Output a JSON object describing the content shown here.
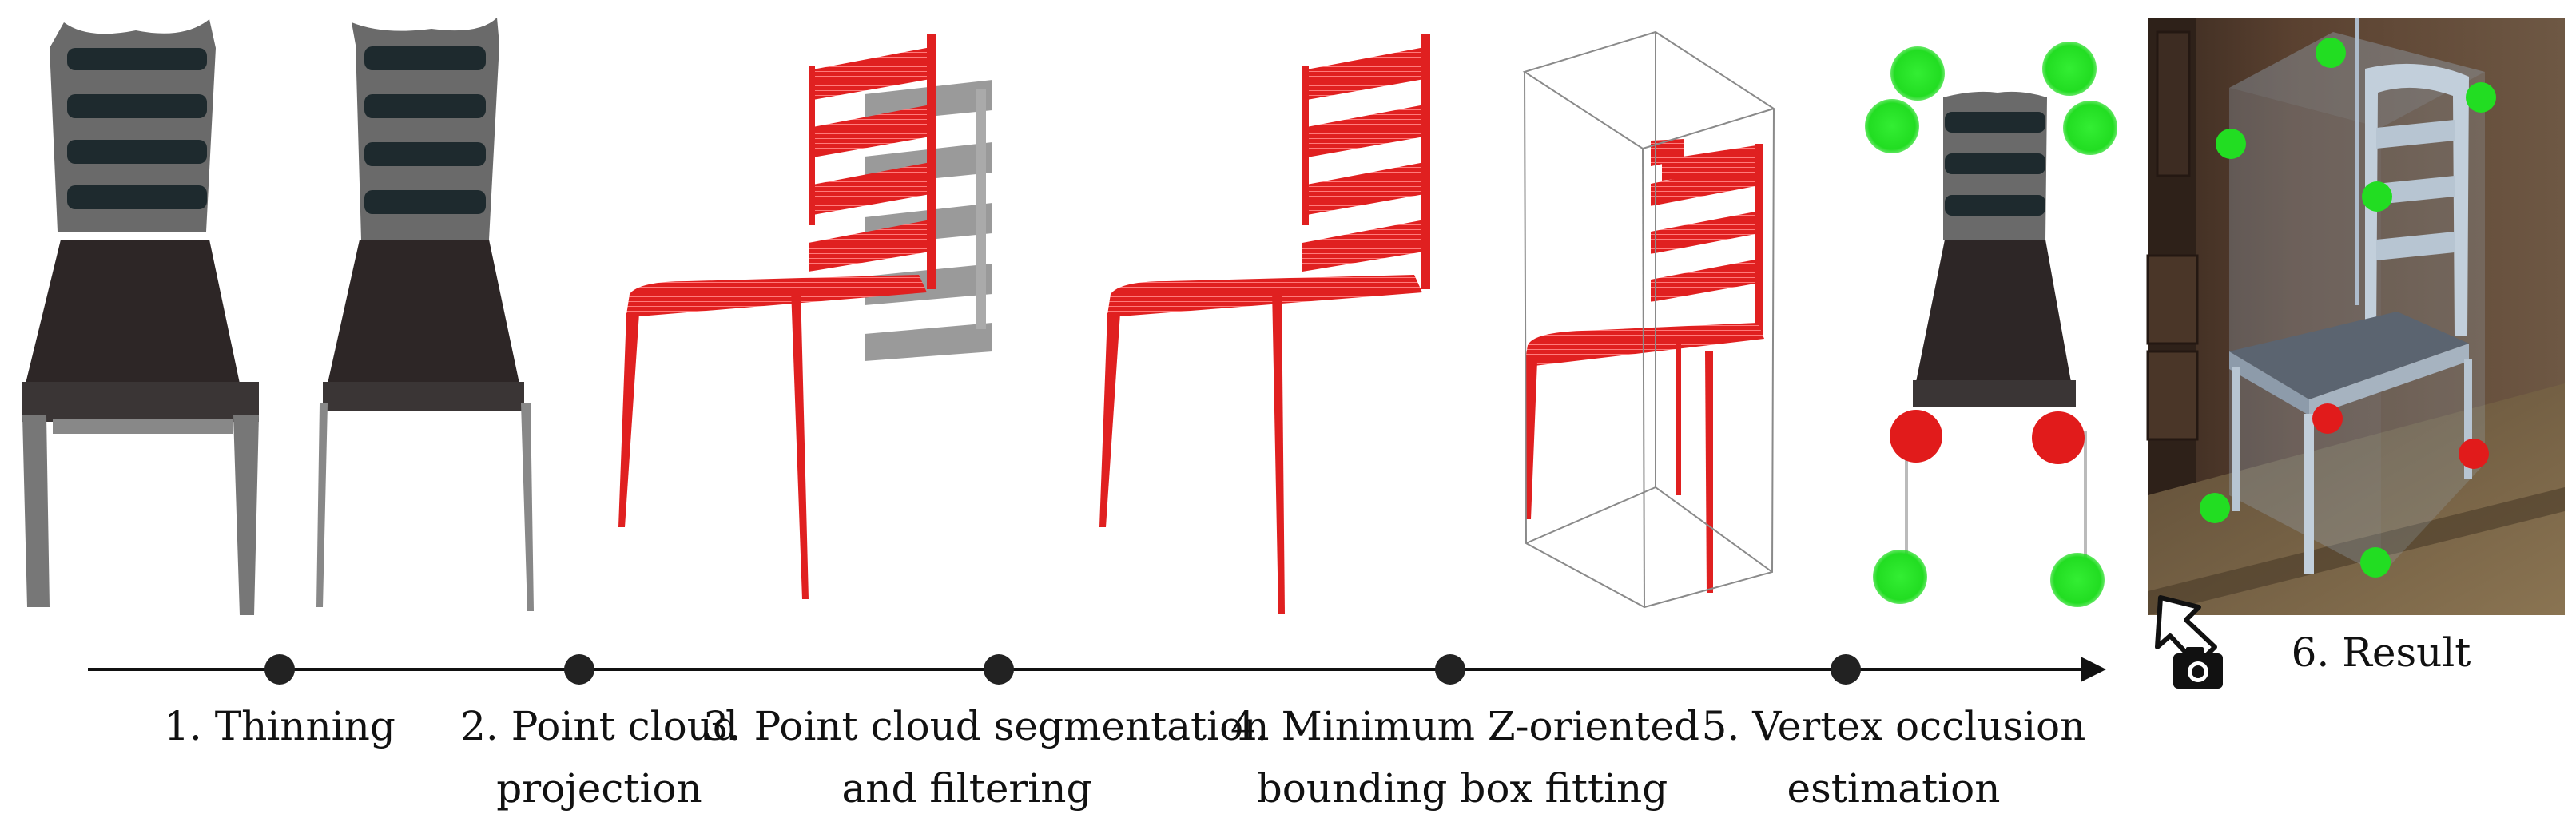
{
  "colors": {
    "point_red": "#e02020",
    "point_gray": "#9a9a9a",
    "vertex_green": "#22dd22",
    "vertex_red": "#e11b1b",
    "chair_dark": "#2d2626",
    "chair_frame": "#6a6a6a",
    "slat_dark": "#1e2a2e",
    "slat_light": "#7a7a7a",
    "timeline": "#111111",
    "box_line": "#8a8a8a",
    "photo_wall": "#4a3528",
    "photo_floor": "#6e5a40"
  },
  "timeline": {
    "marker_count": 5,
    "end": "arrow",
    "camera_icon": "camera-icon",
    "cursor_icon": "pointer-arrow-icon"
  },
  "steps": [
    {
      "lines": [
        "1. Thinning"
      ]
    },
    {
      "lines": [
        "2. Point cloud",
        "projection"
      ]
    },
    {
      "lines": [
        "3. Point cloud segmentation",
        "and filtering"
      ]
    },
    {
      "lines": [
        "4. Minimum Z-oriented",
        "bounding box fitting"
      ]
    },
    {
      "lines": [
        "5. Vertex occlusion",
        "estimation"
      ]
    }
  ],
  "result": {
    "label": "6. Result"
  },
  "occlusion_estimation": {
    "visible_vertices": 6,
    "occluded_vertices": 2
  },
  "result_photo": {
    "visible_vertices": 6,
    "occluded_vertices": 2
  }
}
